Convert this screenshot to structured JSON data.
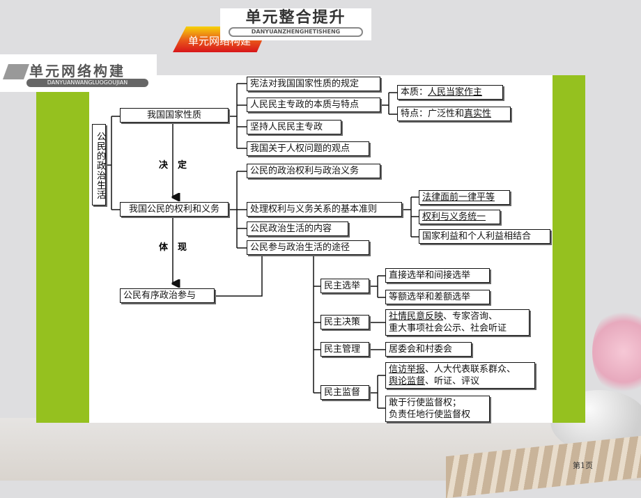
{
  "header": {
    "title": "单元整合提升",
    "subtitle": "DANYUANZHENGHETISHENG",
    "tab": "单元网络构建"
  },
  "section_logo": {
    "title": "单元网络构建",
    "subtitle": "DANYUANWANGLUOGOUJIAN"
  },
  "colors": {
    "panel_green": "#95c11f",
    "tab_orange": "#e8561a"
  },
  "diagram": {
    "root": "公民的政治生活",
    "nature": {
      "label": "我国国家性质",
      "children": [
        "宪法对我国国家性质的规定",
        "人民民主专政的本质与特点",
        "坚持人民民主专政",
        "我国关于人权问题的观点"
      ],
      "essence_prefix": "本质：",
      "essence": "人民当家作主",
      "feature_prefix": "特点：广泛性和",
      "feature": "真实性"
    },
    "edge_decide": [
      "决",
      "定"
    ],
    "rights": {
      "label": "我国公民的权利和义务",
      "children": [
        "公民的政治权利与政治义务",
        "处理权利与义务关系的基本准则",
        "公民政治生活的内容",
        "公民参与政治生活的途径"
      ],
      "principles": [
        "法律面前一律平等",
        "权利与义务统一",
        "国家利益和个人利益相结合"
      ]
    },
    "edge_embody": [
      "体",
      "现"
    ],
    "participation": {
      "label": "公民有序政治参与"
    },
    "ways": {
      "election": {
        "label": "民主选举",
        "items": [
          "直接选举和间接选举",
          "等额选举和差额选举"
        ]
      },
      "decision": {
        "label": "民主决策",
        "line1_u": "社情民意反映",
        "line1_rest": "、专家咨询、",
        "line2": "重大事项社会公示、社会听证"
      },
      "management": {
        "label": "民主管理",
        "item": "居委会和村委会"
      },
      "supervision": {
        "label": "民主监督",
        "a_u": "信访举报",
        "a_rest": "、人大代表联系群众、",
        "b_u": "舆论监督",
        "b_rest": "、听证、评议",
        "c1": "敢于行使监督权；",
        "c2": "负责任地行使监督权"
      }
    }
  },
  "footer": {
    "page": "第1页"
  }
}
